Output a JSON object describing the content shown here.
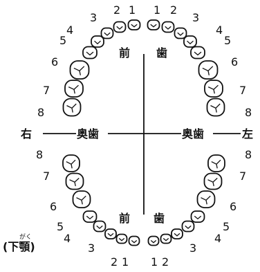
{
  "diagram": {
    "upper_label": [
      "前",
      "歯"
    ],
    "lower_label": [
      "前",
      "歯"
    ],
    "left_back_label": "奥歯",
    "right_back_label": "奥歯",
    "side_right": "右",
    "side_left": "左",
    "lower_jaw_caption": "(下顎)",
    "lower_jaw_ruby": "がく",
    "tooth_numbers": [
      "1",
      "2",
      "3",
      "4",
      "5",
      "6",
      "7",
      "8"
    ]
  }
}
